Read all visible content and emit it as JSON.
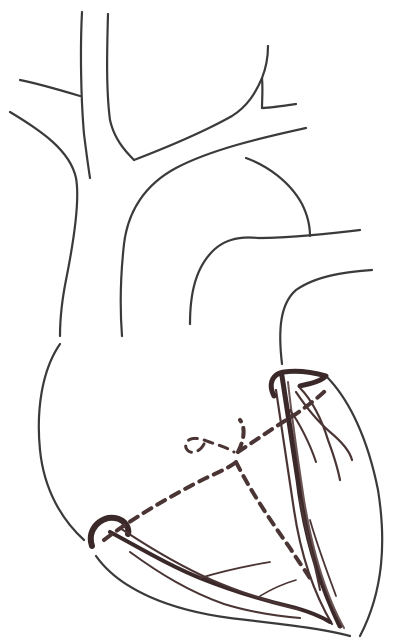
{
  "colors": {
    "background": "#ffffff",
    "outline": "#3a3a3a",
    "vessel": "#4a3434",
    "vessel_dark": "#3b2828",
    "vessel_highlight": "#8f7b7b"
  },
  "parts": [
    {
      "key": "brachiocephalic",
      "visible": true
    },
    {
      "key": "left_common_carotid",
      "visible": true
    },
    {
      "key": "left_subclavian",
      "visible": true
    },
    {
      "key": "aortic_arch",
      "visible": true
    },
    {
      "key": "pulmonary_trunk",
      "visible": true
    },
    {
      "key": "left_atrium",
      "visible": true
    },
    {
      "key": "heart_outline",
      "visible": true
    },
    {
      "key": "left_coronary_artery",
      "visible": true
    },
    {
      "key": "right_coronary_artery",
      "visible": true
    },
    {
      "key": "posterior_vessels_dashed",
      "visible": true
    }
  ]
}
